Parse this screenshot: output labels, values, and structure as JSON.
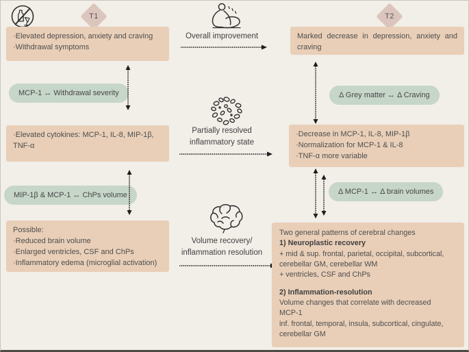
{
  "palette": {
    "background": "#f2eee8",
    "tan_box": "#e9cfb8",
    "green_pill": "#c6d6c8",
    "diamond": "#dbc5bd",
    "text": "#4d4d4d"
  },
  "header": {
    "t1_label": "T1",
    "t2_label": "T2",
    "icons": {
      "left": "no-alcohol-icon",
      "middle": "withdrawal-person-icon"
    }
  },
  "left": {
    "box1": {
      "lines": [
        "·Elevated depression, anxiety and craving",
        "·Withdrawal symptoms"
      ]
    },
    "pill1": "MCP-1 ↔ Withdrawal severity",
    "box2": {
      "lines": [
        "·Elevated cytokines: MCP-1, IL-8, MIP-1β,",
        "TNF-α"
      ]
    },
    "pill2": "MIP-1β & MCP-1 ↔ ChPs volume",
    "box3": {
      "lines": [
        "Possible:",
        "·Reduced brain volume",
        "·Enlarged ventricles, CSF and ChPs",
        "·Inflammatory edema (microglial activation)"
      ]
    }
  },
  "middle": {
    "row1": {
      "label": "Overall improvement",
      "icon": "withdrawal-person-icon"
    },
    "row2": {
      "lines": [
        "Partially resolved",
        "inflammatory state"
      ],
      "icon": "cells-cluster-icon"
    },
    "row3": {
      "lines": [
        "Volume recovery/",
        "inflammation resolution"
      ],
      "icon": "brain-icon"
    }
  },
  "right": {
    "box1": "Marked decrease in depression, anxiety and craving",
    "pill1": "Δ Grey matter ↔ Δ Craving",
    "box2": {
      "lines": [
        "·Decrease in MCP-1, IL-8, MIP-1β",
        "·Normalization for MCP-1 & IL-8",
        "·TNF-α more variable"
      ]
    },
    "pill2": "Δ MCP-1 ↔ Δ brain volumes",
    "box3": {
      "lines": [
        {
          "text": "Two general patterns of cerebral changes"
        },
        {
          "text": "1) Neuroplastic recovery"
        },
        {
          "text": "+ mid & sup. frontal, parietal, occipital, subcortical,"
        },
        {
          "text": "cerebellar GM, cerebellar WM"
        },
        {
          "text": "+ ventricles, CSF and ChPs"
        },
        {
          "text": "2) Inflammation-resolution"
        },
        {
          "text": "Volume changes that correlate with decreased"
        },
        {
          "text": "MCP-1"
        },
        {
          "text": "inf. frontal, temporal, insula, subcortical, cingulate,"
        },
        {
          "text": "cerebellar GM"
        }
      ]
    }
  }
}
